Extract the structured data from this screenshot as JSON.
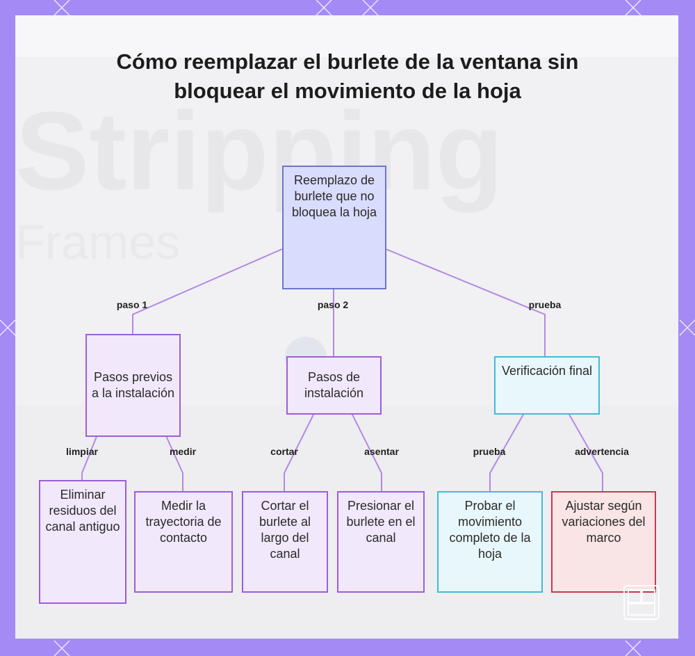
{
  "title": "Cómo reemplazar el burlete de la ventana sin bloquear el movimiento de la hoja",
  "colors": {
    "frame": "#a48af5",
    "root_fill": "#d9dcfc",
    "step_fill": "#f1e8fc",
    "verify_fill": "#e8f7fb",
    "warning_fill": "#f9e4e6",
    "edge": "#b18ae6"
  },
  "nodes": {
    "root": "Reemplazo de burlete que no bloquea la hoja",
    "prep": "Pasos previos a la instalación",
    "install": "Pasos de instalación",
    "verify": "Verificación final",
    "clean": "Eliminar residuos del canal antiguo",
    "measure": "Medir la trayectoria de contacto",
    "cut": "Cortar el burlete al largo del canal",
    "press": "Presionar el burlete en el canal",
    "test": "Probar el movimiento completo de la hoja",
    "adjust": "Ajustar según variaciones del marco"
  },
  "edges": {
    "paso1": "paso 1",
    "paso2": "paso 2",
    "prueba_top": "prueba",
    "limpiar": "limpiar",
    "medir": "medir",
    "cortar": "cortar",
    "asentar": "asentar",
    "prueba_bottom": "prueba",
    "advertencia": "advertencia"
  },
  "background_watermark": [
    "Stripping",
    "Frames"
  ]
}
